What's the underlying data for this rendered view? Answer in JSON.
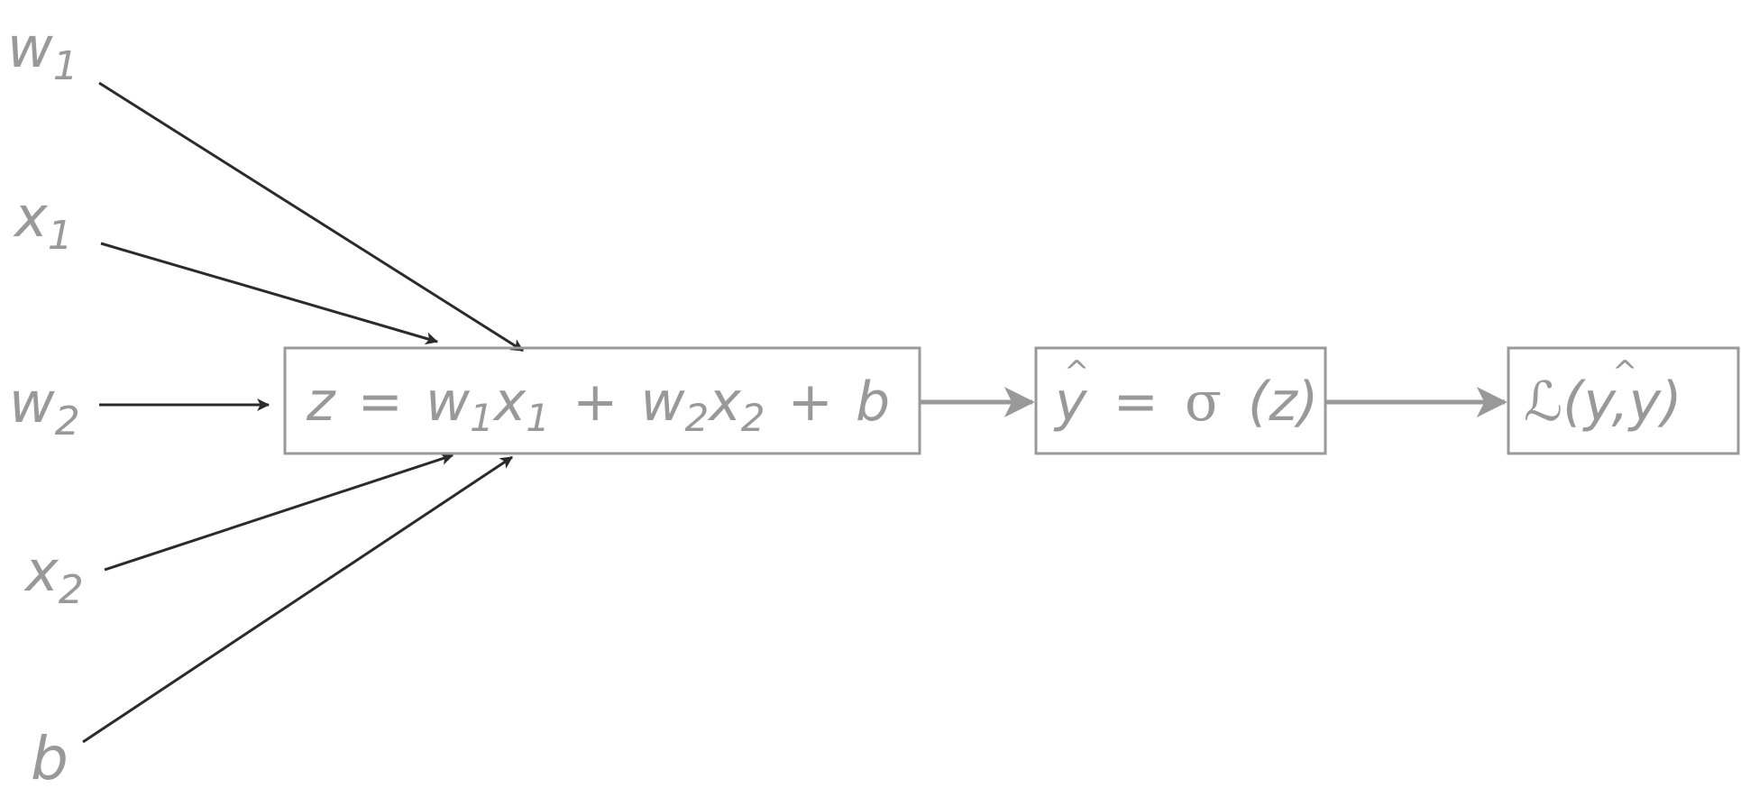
{
  "colors": {
    "text": "#999999",
    "box_stroke": "#999999",
    "input_arrow": "#2b2b2b",
    "flow_arrow": "#999999",
    "background": "#ffffff"
  },
  "inputs": {
    "w1": {
      "base": "w",
      "sub": "1"
    },
    "x1": {
      "base": "x",
      "sub": "1"
    },
    "w2": {
      "base": "w",
      "sub": "2"
    },
    "x2": {
      "base": "x",
      "sub": "2"
    },
    "b": {
      "base": "b"
    }
  },
  "nodes": {
    "linear": {
      "z": "z",
      "eq": "=",
      "w1": "w",
      "w1_sub": "1",
      "x1": "x",
      "x1_sub": "1",
      "plus1": "+",
      "w2": "w",
      "w2_sub": "2",
      "x2": "x",
      "x2_sub": "2",
      "plus2": "+",
      "b": "b"
    },
    "activation": {
      "yhat": "y",
      "hat": "^",
      "eq": "=",
      "sigma": "σ",
      "open": "(",
      "z": "z",
      "close": ")"
    },
    "loss": {
      "L": "ℒ",
      "open": "(",
      "yhat": "y",
      "hat": "^",
      "comma": ",",
      "y": "y",
      "close": ")"
    }
  }
}
